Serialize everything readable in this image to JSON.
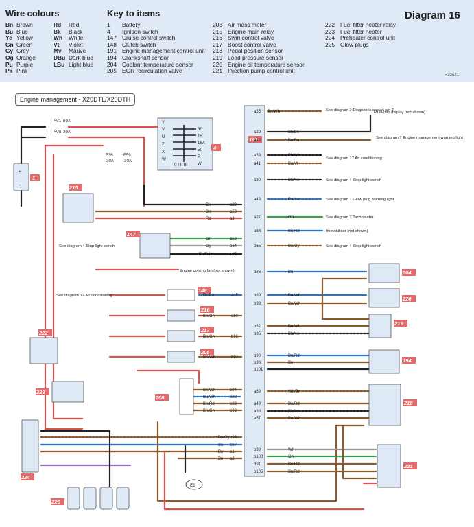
{
  "header": {
    "wire_colours_title": "Wire colours",
    "key_title": "Key to items",
    "diagram_title": "Diagram 16",
    "image_code": "H32521"
  },
  "wire_colours": [
    {
      "code": "Bn",
      "name": "Brown"
    },
    {
      "code": "Bu",
      "name": "Blue"
    },
    {
      "code": "Ye",
      "name": "Yellow"
    },
    {
      "code": "Gn",
      "name": "Green"
    },
    {
      "code": "Gy",
      "name": "Grey"
    },
    {
      "code": "Og",
      "name": "Orange"
    },
    {
      "code": "Pu",
      "name": "Purple"
    },
    {
      "code": "Pk",
      "name": "Pink"
    },
    {
      "code": "Rd",
      "name": "Red"
    },
    {
      "code": "Bk",
      "name": "Black"
    },
    {
      "code": "Wh",
      "name": "White"
    },
    {
      "code": "Vt",
      "name": "Violet"
    },
    {
      "code": "Mv",
      "name": "Mauve"
    },
    {
      "code": "DBu",
      "name": "Dark blue"
    },
    {
      "code": "LBu",
      "name": "Light blue"
    }
  ],
  "key_items": [
    {
      "num": "1",
      "name": "Battery"
    },
    {
      "num": "4",
      "name": "Ignition switch"
    },
    {
      "num": "147",
      "name": "Cruise control switch"
    },
    {
      "num": "148",
      "name": "Clutch switch"
    },
    {
      "num": "191",
      "name": "Engine management control unit"
    },
    {
      "num": "194",
      "name": "Crankshaft sensor"
    },
    {
      "num": "204",
      "name": "Coolant temperature sensor"
    },
    {
      "num": "205",
      "name": "EGR recirculation valve"
    },
    {
      "num": "208",
      "name": "Air mass meter"
    },
    {
      "num": "215",
      "name": "Engine main relay"
    },
    {
      "num": "216",
      "name": "Swirl control valve"
    },
    {
      "num": "217",
      "name": "Boost control valve"
    },
    {
      "num": "218",
      "name": "Pedal position sensor"
    },
    {
      "num": "219",
      "name": "Load pressure sensor"
    },
    {
      "num": "220",
      "name": "Engine oil temperature sensor"
    },
    {
      "num": "221",
      "name": "Injection pump control unit"
    },
    {
      "num": "222",
      "name": "Fuel filter heater relay"
    },
    {
      "num": "223",
      "name": "Fuel filter heater"
    },
    {
      "num": "224",
      "name": "Preheater control unit"
    },
    {
      "num": "225",
      "name": "Glow plugs"
    }
  ],
  "circuit_title": "Engine management - X20DTL/X20DTH",
  "fuses": [
    {
      "id": "FV1",
      "rating": "60A"
    },
    {
      "id": "FV6",
      "rating": "20A"
    },
    {
      "id": "F36",
      "rating": "30A"
    },
    {
      "id": "F59",
      "rating": "30A"
    }
  ],
  "ignition_terminals": [
    "30",
    "15",
    "15A",
    "50",
    "P",
    "W"
  ],
  "ignition_positions": [
    "Y",
    "V",
    "U",
    "Z",
    "X",
    "W"
  ],
  "ignition_switch_positions": [
    "0",
    "I",
    "II",
    "III"
  ],
  "ecu_pins": [
    {
      "pin": "a35",
      "wire": "Bn/Wh",
      "note": "See diagram 2 Diagnostic socket pin 7"
    },
    {
      "pin": "a29",
      "wire": "Bk/Bn",
      "note": "Multi-info display (not shown)"
    },
    {
      "pin": "a42",
      "wire": "Bn/Bu",
      "note": "See diagram 7 Engine management warning light"
    },
    {
      "pin": "a33",
      "wire": "Bk/Wh",
      "note": "See diagram 12 Air conditioning"
    },
    {
      "pin": "a41",
      "wire": "Bn/Vt",
      "note": ""
    },
    {
      "pin": "a30",
      "wire": "Bk/* e",
      "note": "See diagram 4 Stop light switch"
    },
    {
      "pin": "a43",
      "wire": "Bu/* e",
      "note": "See diagram 7 Glow plug warning light"
    },
    {
      "pin": "a27",
      "wire": "Gn",
      "note": "See diagram 7 Tachometer"
    },
    {
      "pin": "a68",
      "wire": "Bu/Rd",
      "note": "Immobiliser (not shown)"
    },
    {
      "pin": "a65",
      "wire": "Bn/Gy",
      "note": "See diagram 4 Stop light switch"
    },
    {
      "pin": "a39",
      "wire": "Bk",
      "note": ""
    },
    {
      "pin": "a58",
      "wire": "Bn",
      "note": ""
    },
    {
      "pin": "a3",
      "wire": "Rd",
      "note": ""
    },
    {
      "pin": "a53",
      "wire": "Gn",
      "note": ""
    },
    {
      "pin": "a64",
      "wire": "Gy",
      "note": ""
    },
    {
      "pin": "a45",
      "wire": "Bk/Rd",
      "note": ""
    },
    {
      "pin": "b86",
      "wire": "Bu",
      "note": ""
    },
    {
      "pin": "a45",
      "wire": "Bk/Bu",
      "note": ""
    },
    {
      "pin": "b89",
      "wire": "Bu/Wh",
      "note": ""
    },
    {
      "pin": "b93",
      "wire": "Bn/Wh",
      "note": ""
    },
    {
      "pin": "a60",
      "wire": "Bn/Gn",
      "note": ""
    },
    {
      "pin": "b82",
      "wire": "Bn/Wh",
      "note": ""
    },
    {
      "pin": "b85",
      "wire": "Bk/* e",
      "note": ""
    },
    {
      "pin": "b96",
      "wire": "Bn/Gn",
      "note": ""
    },
    {
      "pin": "b90",
      "wire": "Bu/Rd",
      "note": ""
    },
    {
      "pin": "b97",
      "wire": "Bn/Wh",
      "note": ""
    },
    {
      "pin": "b98",
      "wire": "Bn",
      "note": ""
    },
    {
      "pin": "b101",
      "wire": "",
      "note": ""
    },
    {
      "pin": "b84",
      "wire": "Bn/Wh",
      "note": ""
    },
    {
      "pin": "a69",
      "wire": "Wh/Bn",
      "note": ""
    },
    {
      "pin": "b88",
      "wire": "Bu/Wh",
      "note": ""
    },
    {
      "pin": "b83",
      "wire": "Bn/Rd",
      "note": ""
    },
    {
      "pin": "a49",
      "wire": "Bn/Rd",
      "note": ""
    },
    {
      "pin": "b92",
      "wire": "Bn/Gn",
      "note": ""
    },
    {
      "pin": "a38",
      "wire": "Bk/* e",
      "note": ""
    },
    {
      "pin": "a57",
      "wire": "Bn/Wh",
      "note": ""
    },
    {
      "pin": "b94",
      "wire": "Bn/Gy",
      "note": ""
    },
    {
      "pin": "b87",
      "wire": "Bu",
      "note": ""
    },
    {
      "pin": "a1",
      "wire": "Bn",
      "note": ""
    },
    {
      "pin": "a2",
      "wire": "Bn",
      "note": ""
    },
    {
      "pin": "b99",
      "wire": "Wh",
      "note": ""
    },
    {
      "pin": "b100",
      "wire": "Gn",
      "note": ""
    },
    {
      "pin": "b91",
      "wire": "Bn/Rd",
      "note": ""
    },
    {
      "pin": "b105",
      "wire": "Bn/Rd",
      "note": ""
    }
  ],
  "notes": {
    "cooling_fan": "Engine cooling fan (not shown)",
    "stop_light": "See diagram 4 Stop light switch",
    "air_con": "See diagram 12 Air conditioning",
    "earth": "E1"
  },
  "component_tags": [
    "1",
    "4",
    "147",
    "148",
    "191",
    "194",
    "204",
    "205",
    "208",
    "215",
    "216",
    "217",
    "218",
    "219",
    "220",
    "221",
    "222",
    "223",
    "224",
    "225"
  ],
  "colors": {
    "header_bg": "#dfeaf6",
    "ecu_bg": "#dfeaf6",
    "tag_bg": "#e26b6b",
    "red_wire": "#d9534f",
    "brown_wire": "#8a5a2b",
    "blue_wire": "#2a72c4",
    "green_wire": "#3aa04a",
    "grey_wire": "#9a9a9a",
    "black_wire": "#222222",
    "violet_wire": "#9b6fc9"
  }
}
